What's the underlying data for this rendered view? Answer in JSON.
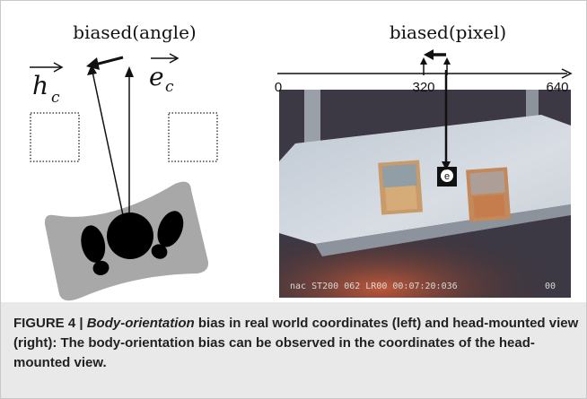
{
  "left_panel": {
    "title": "biased(angle)",
    "vector_h": "h",
    "vector_h_sub": "c",
    "vector_e": "e",
    "vector_e_sub": "c"
  },
  "right_panel": {
    "title": "biased(pixel)",
    "axis_ticks": [
      "0",
      "320",
      "640"
    ],
    "marker_letter": "e",
    "overlay_text": "nac ST200 062 LR00 00:07:20:036",
    "overlay_frame": "00"
  },
  "caption": {
    "prefix": "FIGURE 4 | ",
    "italic": "Body-orientation",
    "rest": " bias in real world coordinates (left) and head-mounted view (right): The body-orientation bias can be observed in the coordinates of the head-mounted view."
  },
  "colors": {
    "caption_bg": "#e9e9e9",
    "body_shape": "#a8a8a8"
  }
}
